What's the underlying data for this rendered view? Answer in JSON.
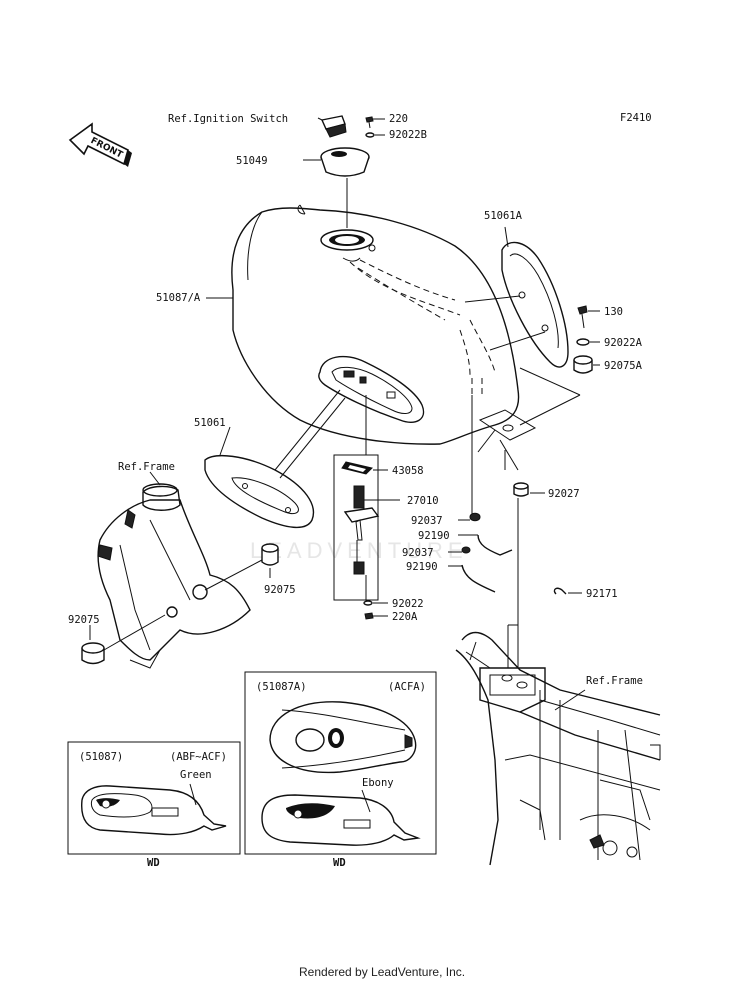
{
  "diagram_code": "F2410",
  "front_marker": "FRONT",
  "watermark": "LEADVENTURE",
  "labels": {
    "ref_ignition_switch": "Ref.Ignition Switch",
    "p220": "220",
    "p92022B": "92022B",
    "p51049": "51049",
    "p51061A": "51061A",
    "p51087A": "51087/A",
    "p130": "130",
    "p92022A": "92022A",
    "p92075A": "92075A",
    "p51061": "51061",
    "ref_frame_left": "Ref.Frame",
    "p43058": "43058",
    "p27010": "27010",
    "p92027": "92027",
    "p92037_1": "92037",
    "p92190_1": "92190",
    "p92037_2": "92037",
    "p92190_2": "92190",
    "p92075_1": "92075",
    "p92171": "92171",
    "p92075_2": "92075",
    "p92022": "92022",
    "p220A": "220A",
    "ref_frame_right": "Ref.Frame"
  },
  "inset_left": {
    "part": "(51087)",
    "variant": "(ABF~ACF)",
    "color": "Green",
    "caption": "WD"
  },
  "inset_right": {
    "part": "(51087A)",
    "variant": "(ACFA)",
    "color": "Ebony",
    "caption": "WD"
  },
  "footer": "Rendered by LeadVenture, Inc."
}
